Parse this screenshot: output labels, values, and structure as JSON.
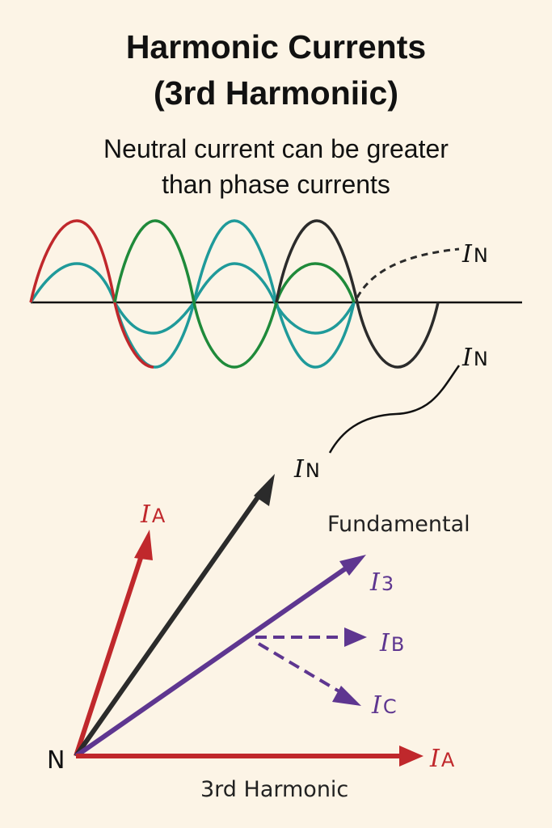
{
  "title": {
    "line1": "Harmonic Currents",
    "line2": "(3rd Harmoniic)"
  },
  "subtitle": {
    "line1": "Neutral current can be greater",
    "line2": "than phase currents"
  },
  "waveform": {
    "neutral_label_top": {
      "main": "I",
      "sub": "N"
    },
    "neutral_label_bottom": {
      "main": "I",
      "sub": "N"
    }
  },
  "phasor": {
    "origin_label": "N",
    "neutral": {
      "main": "I",
      "sub": "N"
    },
    "phase_a_top": {
      "main": "I",
      "sub": "A"
    },
    "fundamental_label": "Fundamental",
    "third": {
      "main": "I",
      "sub": "3"
    },
    "phase_b": {
      "main": "I",
      "sub": "B"
    },
    "phase_c": {
      "main": "I",
      "sub": "C"
    },
    "phase_a_right": {
      "main": "I",
      "sub": "A"
    },
    "third_harmonic_label": "3rd Harmonic"
  },
  "colors": {
    "background": "#fcf4e6",
    "phase_a": "#c0282c",
    "phase_b": "#1f8a3a",
    "phase_c": "#1f9a9a",
    "neutral": "#2b2b2b",
    "third": "#5e3690"
  }
}
